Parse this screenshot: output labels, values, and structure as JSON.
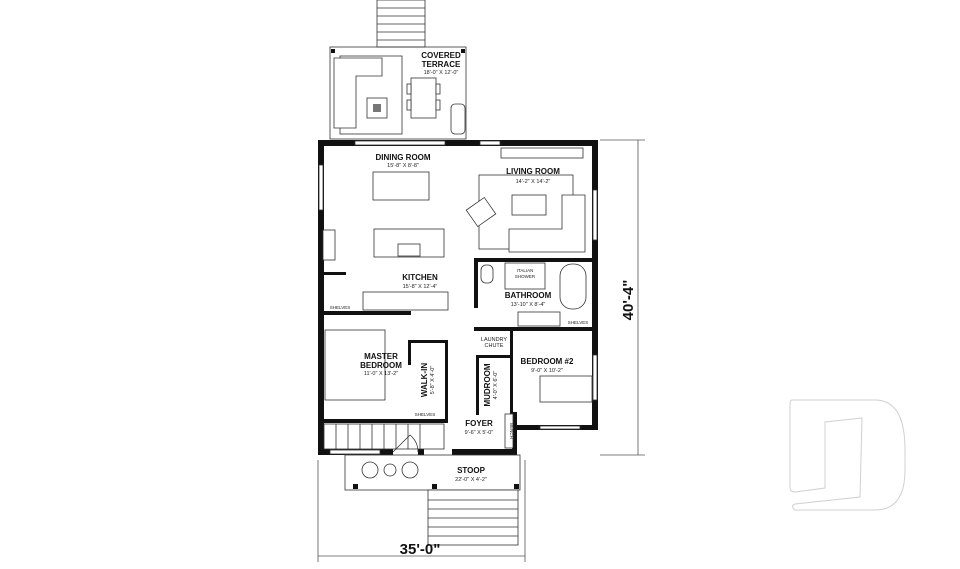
{
  "plan": {
    "overall_width": "35'-0\"",
    "overall_depth": "40'-4\"",
    "rooms": {
      "covered_terrace": {
        "name_line1": "COVERED",
        "name_line2": "TERRACE",
        "size": "18'-0\" X 12'-0\""
      },
      "dining_room": {
        "name": "DINING ROOM",
        "size": "15'-8\" X 8'-8\""
      },
      "living_room": {
        "name": "LIVING ROOM",
        "size": "14'-2\" X 14'-2\""
      },
      "kitchen": {
        "name": "KITCHEN",
        "size": "15'-8\" X 12'-4\""
      },
      "italian_shower": {
        "name_line1": "ITALIAN",
        "name_line2": "SHOWER"
      },
      "bathroom": {
        "name": "BATHROOM",
        "size": "13'-10\" X 8'-4\""
      },
      "laundry_chute": {
        "name_line1": "LAUNDRY",
        "name_line2": "CHUTE"
      },
      "master_bedroom": {
        "name_line1": "MASTER",
        "name_line2": "BEDROOM",
        "size": "11'-0\" X 13'-2\""
      },
      "walk_in": {
        "name": "WALK-IN",
        "size": "5'-8\" X 4'-0\""
      },
      "mudroom": {
        "name": "MUDROOM",
        "size": "4'-0\" X 6'-0\""
      },
      "bedroom_2": {
        "name": "BEDROOM #2",
        "size": "9'-0\" X 10'-2\""
      },
      "foyer": {
        "name": "FOYER",
        "size": "9'-6\" X 5'-0\""
      },
      "stoop": {
        "name": "STOOP",
        "size": "22'-0\" X 4'-2\""
      }
    },
    "annotations": {
      "shelves": "SHELVES",
      "bench": "BENCH"
    },
    "logo": {
      "letter": "D",
      "color": "#d0d0d0"
    },
    "colors": {
      "wall": "#111111",
      "line": "#333333",
      "background": "#ffffff"
    }
  }
}
